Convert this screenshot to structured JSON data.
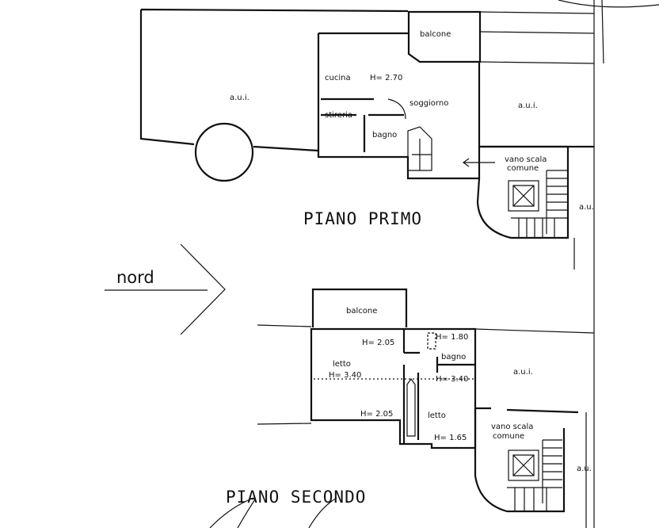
{
  "north_label": "nord",
  "floor1": {
    "title": "PIANO PRIMO",
    "rooms": {
      "aui_left": "a.u.i.",
      "balcone": "balcone",
      "cucina": "cucina",
      "height": "H= 2.70",
      "soggiorno": "soggiorno",
      "stireria": "stireria",
      "bagno": "bagno",
      "aui_right": "a.u.i.",
      "stair_1": "vano scala",
      "stair_2": "comune",
      "au_edge": "a.u."
    }
  },
  "floor2": {
    "title": "PIANO SECONDO",
    "rooms": {
      "balcone": "balcone",
      "h_top_left": "H= 2.05",
      "h_top_right": "H= 1.80",
      "bagno": "bagno",
      "letto_left": "letto",
      "h_mid_left": "H= 3.40",
      "h_mid_right": "H= 3.40",
      "letto_right": "letto",
      "h_bottom_left": "H= 2.05",
      "h_bottom_right": "H= 1.65",
      "aui": "a.u.i.",
      "stair_1": "vano scala",
      "stair_2": "comune",
      "au_edge": "a.u."
    }
  }
}
